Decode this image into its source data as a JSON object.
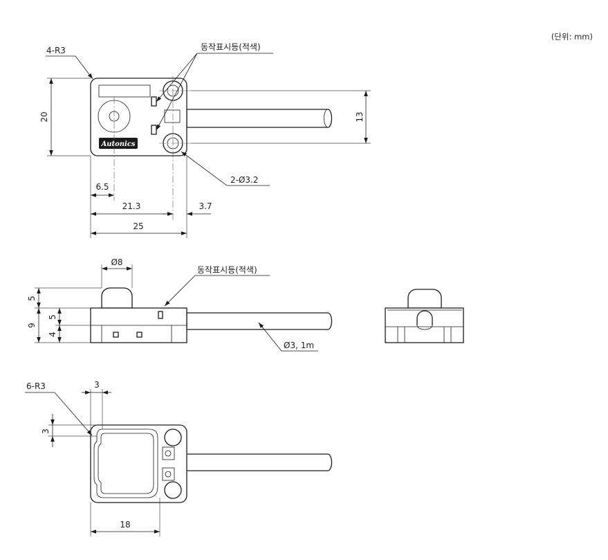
{
  "unit_note": "(단위: mm)",
  "brand": "Autonics",
  "top_view": {
    "corner_radius": "4-R3",
    "indicator_label": "동작표시등(적색)",
    "hole_label": "2-Ø3.2",
    "height": "20",
    "hole_pitch": "13",
    "lens_offset": "6.5",
    "hole_position": "21.3",
    "hole_margin": "3.7",
    "width": "25"
  },
  "side_view": {
    "lens_diameter": "Ø8",
    "indicator_label": "동작표시등(적색)",
    "lens_height": "5",
    "upper_height": "5",
    "lower_height": "4",
    "total_height": "9",
    "cable": "Ø3, 1m"
  },
  "bottom_view": {
    "corner_radius": "6-R3",
    "radius_x": "3",
    "radius_y": "3",
    "width": "18"
  }
}
